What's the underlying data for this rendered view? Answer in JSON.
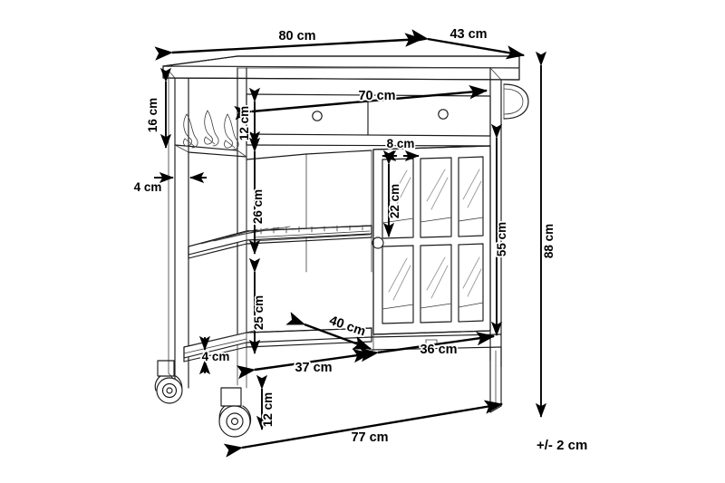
{
  "drawing": {
    "title": "Kitchen trolley cart dimension drawing",
    "units": "cm",
    "background_color": "#ffffff",
    "line_color": "#1a1a1a",
    "dimension_color": "#000000",
    "tolerance_note": "+/- 2 cm"
  },
  "dimensions": {
    "top_width": "80 cm",
    "top_depth": "43 cm",
    "drawer_width": "70 cm",
    "drawer_height": "12 cm",
    "hook_rail_height": "16 cm",
    "post_width_upper": "4 cm",
    "open_shelf_height": "26 cm",
    "glass_pane_width": "8 cm",
    "glass_pane_height": "22 cm",
    "cabinet_height": "55 cm",
    "total_height": "88 cm",
    "lower_shelf_height": "25 cm",
    "lower_shelf_depth": "40 cm",
    "lower_shelf_width": "37 cm",
    "bottom_board_thickness": "4 cm",
    "door_width": "36 cm",
    "caster_height": "12 cm",
    "base_width": "77 cm"
  },
  "components": {
    "worktop": "worktop",
    "drawer_left": "left drawer",
    "drawer_right": "right drawer",
    "drawer_knob_left": "left drawer knob",
    "drawer_knob_right": "right drawer knob",
    "hook_rail": "hook rail",
    "hook_1": "hook one",
    "hook_2": "hook two",
    "hook_3": "hook three",
    "slatted_shelf": "slatted middle shelf",
    "bottom_shelf": "bottom shelf",
    "glass_door": "glass cabinet door",
    "door_knob": "cabinet door knob",
    "towel_bar": "side towel bar",
    "caster_front": "front swivel caster",
    "caster_rear": "rear swivel caster",
    "leg_left": "left leg",
    "leg_right": "right leg"
  }
}
